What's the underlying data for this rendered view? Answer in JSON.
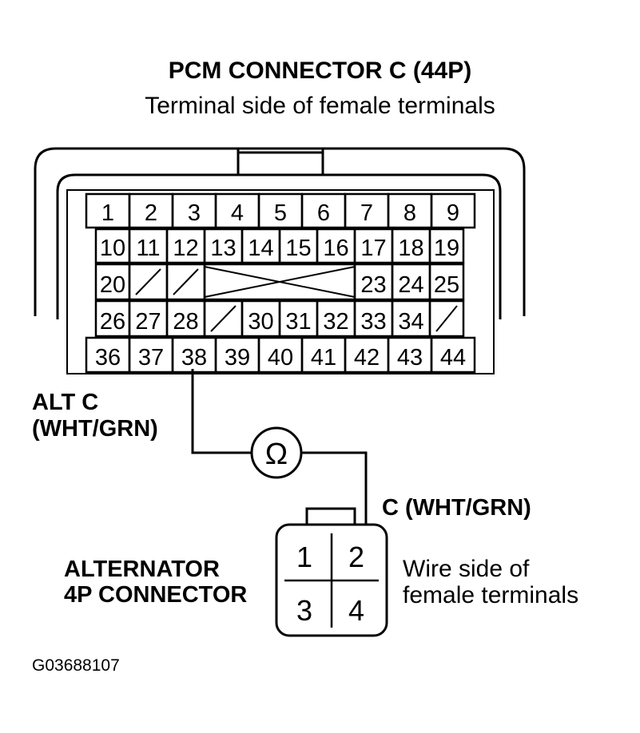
{
  "diagram": {
    "title": "PCM CONNECTOR C (44P)",
    "subtitle": "Terminal side of female terminals",
    "pcm_rows": [
      [
        "1",
        "2",
        "3",
        "4",
        "5",
        "6",
        "7",
        "8",
        "9"
      ],
      [
        "10",
        "11",
        "12",
        "13",
        "14",
        "15",
        "16",
        "17",
        "18",
        "19"
      ],
      [
        "20",
        "",
        "",
        "",
        "23",
        "24",
        "25"
      ],
      [
        "26",
        "27",
        "28",
        "",
        "30",
        "31",
        "32",
        "33",
        "34",
        ""
      ],
      [
        "36",
        "37",
        "38",
        "39",
        "40",
        "41",
        "42",
        "43",
        "44"
      ]
    ],
    "alt_wire_label_line1": "ALT C",
    "alt_wire_label_line2": "(WHT/GRN)",
    "meter_symbol": "Ω",
    "c_wire_label": "C (WHT/GRN)",
    "alt_connector_label_line1": "ALTERNATOR",
    "alt_connector_label_line2": "4P CONNECTOR",
    "alt_terminals": [
      "1",
      "2",
      "3",
      "4"
    ],
    "wire_side_label_line1": "Wire side of",
    "wire_side_label_line2": "female terminals",
    "figure_code": "G03688107"
  }
}
